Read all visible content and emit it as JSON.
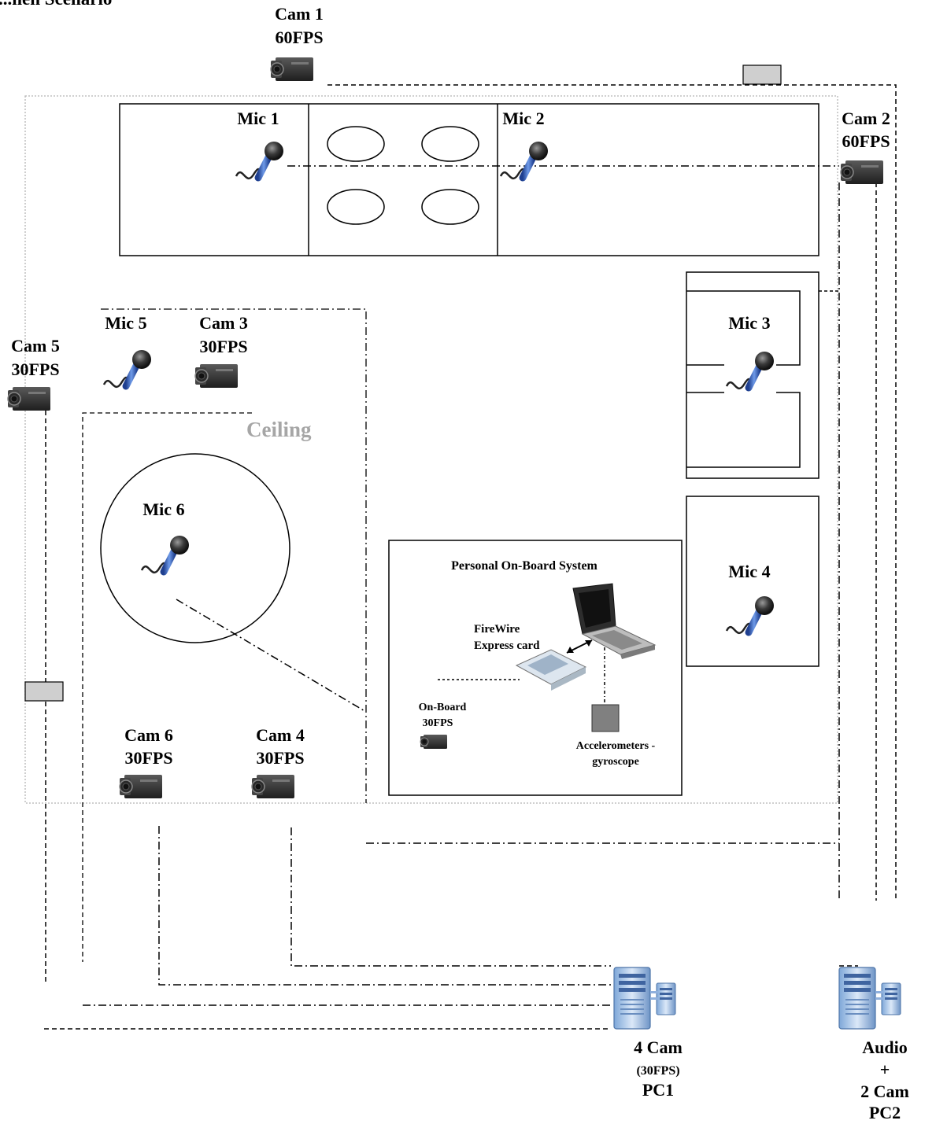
{
  "diagram": {
    "title": "...hen Scenario",
    "ceiling_label": "Ceiling",
    "cameras": [
      {
        "id": "cam1",
        "name": "Cam 1",
        "fps": "60FPS"
      },
      {
        "id": "cam2",
        "name": "Cam 2",
        "fps": "60FPS"
      },
      {
        "id": "cam3",
        "name": "Cam 3",
        "fps": "30FPS"
      },
      {
        "id": "cam4",
        "name": "Cam 4",
        "fps": "30FPS"
      },
      {
        "id": "cam5",
        "name": "Cam 5",
        "fps": "30FPS"
      },
      {
        "id": "cam6",
        "name": "Cam 6",
        "fps": "30FPS"
      }
    ],
    "mics": [
      "Mic 1",
      "Mic 2",
      "Mic 3",
      "Mic 4",
      "Mic 5",
      "Mic 6"
    ],
    "onboard": {
      "title": "Personal On-Board System",
      "firewire_line1": "FireWire",
      "firewire_line2": "Express card",
      "cam_line1": "On-Board",
      "cam_line2": "30FPS",
      "sensor_line1": "Accelerometers -",
      "sensor_line2": "gyroscope"
    },
    "pc1": {
      "line1": "4 Cam",
      "line2": "(30FPS)",
      "line3": "PC1"
    },
    "pc2": {
      "line1": "Audio",
      "line2": "+",
      "line3": "2 Cam",
      "line4": "PC2"
    }
  },
  "icons": [
    "camera-icon",
    "microphone-icon",
    "laptop-icon",
    "express-card-icon",
    "sensor-icon",
    "pc-server-icon",
    "repeater-icon"
  ]
}
